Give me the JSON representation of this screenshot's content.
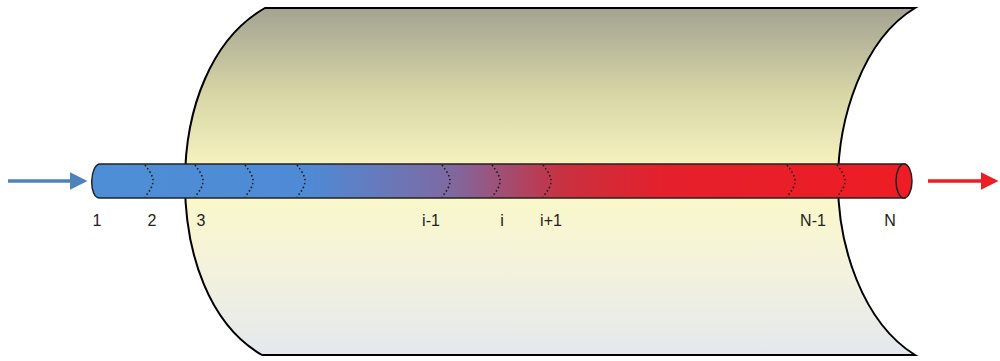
{
  "diagram": {
    "labels": [
      "1",
      "2",
      "3",
      "i-1",
      "i",
      "i+1",
      "N-1",
      "N"
    ]
  }
}
